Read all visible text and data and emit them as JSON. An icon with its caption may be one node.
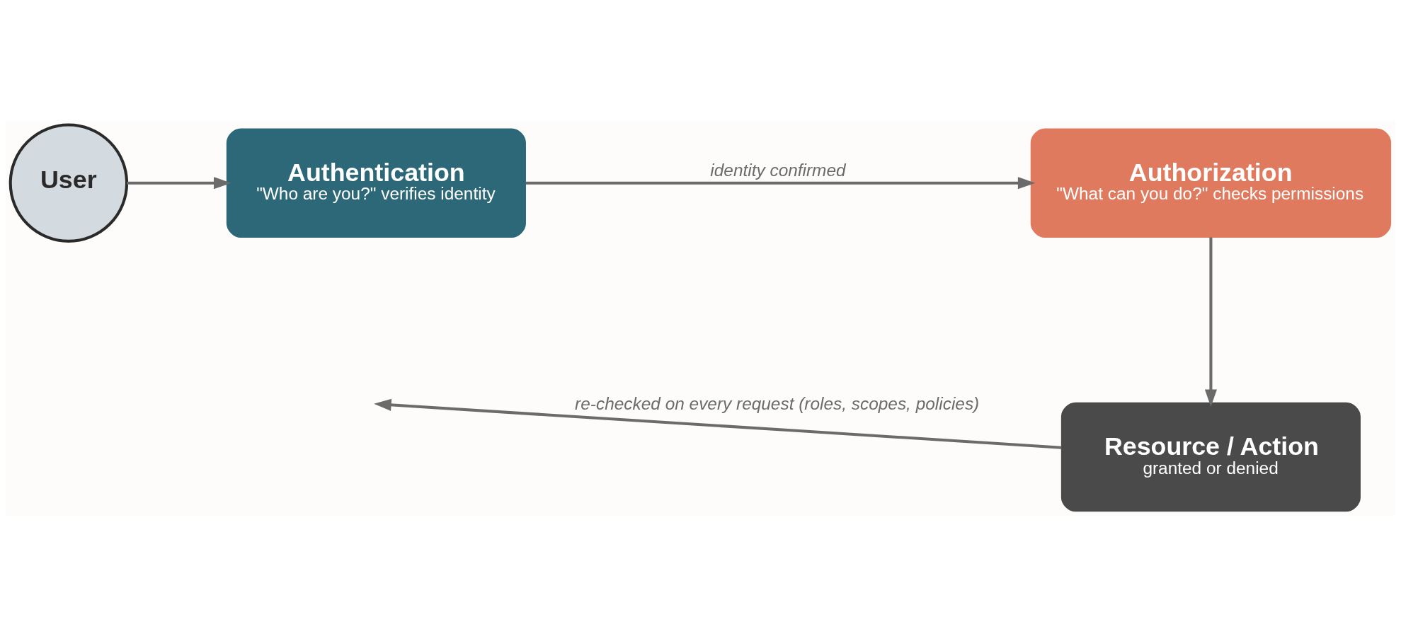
{
  "diagram": {
    "nodes": [
      {
        "text": [
          "User"
        ]
      },
      {
        "text": [
          "Authentication",
          "\"Who are you?\" verifies identity"
        ]
      },
      {
        "text": [
          "Authorization",
          "\"What can you do?\" checks permissions"
        ]
      },
      {
        "text": [
          "Resource / Action",
          "granted or denied"
        ]
      }
    ],
    "edges": [
      {
        "from": 0,
        "to": 1,
        "arrow": "to"
      },
      {
        "from": 1,
        "to": 2,
        "arrow": "to",
        "label": "identity confirmed"
      },
      {
        "from": 2,
        "to": 3,
        "arrow": "to"
      },
      {
        "from": 3,
        "to": null,
        "arrow": "to",
        "label": "re-checked on every request (roles, scopes, policies)"
      }
    ]
  }
}
